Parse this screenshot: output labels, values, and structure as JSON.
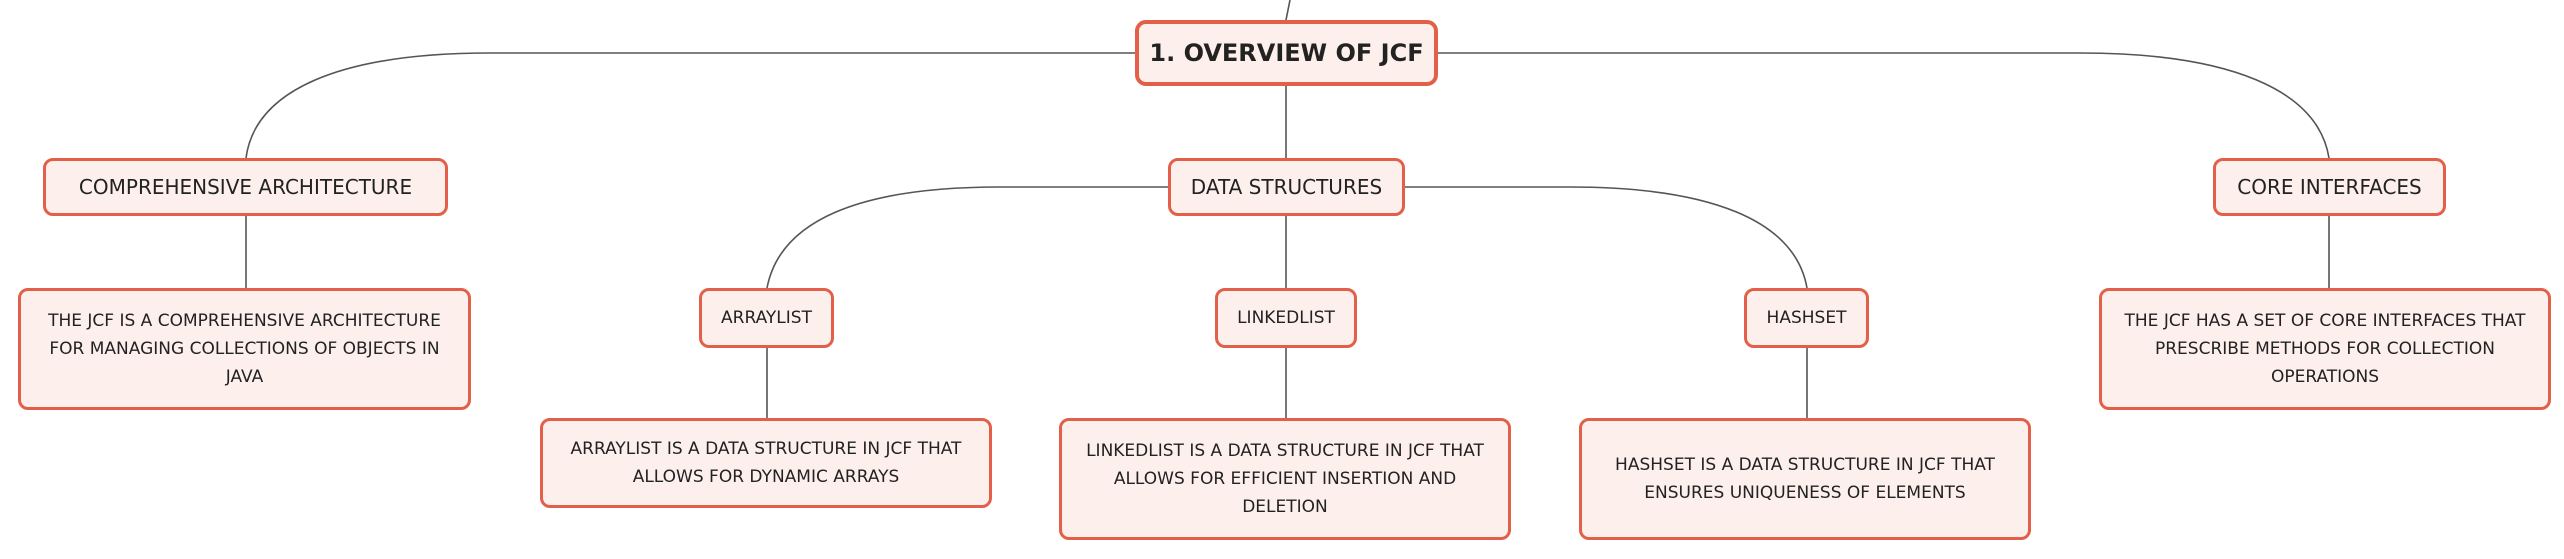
{
  "root": {
    "label": "1. OVERVIEW OF JCF"
  },
  "branches": {
    "comprehensive_architecture": {
      "label": "COMPREHENSIVE ARCHITECTURE",
      "description": "THE JCF IS A COMPREHENSIVE ARCHITECTURE FOR MANAGING COLLECTIONS OF OBJECTS IN JAVA"
    },
    "data_structures": {
      "label": "DATA STRUCTURES",
      "children": {
        "arraylist": {
          "label": "ARRAYLIST",
          "description": "ARRAYLIST IS A DATA STRUCTURE IN JCF THAT ALLOWS FOR DYNAMIC ARRAYS"
        },
        "linkedlist": {
          "label": "LINKEDLIST",
          "description": "LINKEDLIST IS A DATA STRUCTURE IN JCF THAT ALLOWS FOR EFFICIENT INSERTION AND DELETION"
        },
        "hashset": {
          "label": "HASHSET",
          "description": "HASHSET IS A DATA STRUCTURE IN JCF THAT ENSURES UNIQUENESS OF ELEMENTS"
        }
      }
    },
    "core_interfaces": {
      "label": "CORE INTERFACES",
      "description": "THE JCF HAS A SET OF CORE INTERFACES THAT PRESCRIBE METHODS FOR COLLECTION OPERATIONS"
    }
  },
  "colors": {
    "node_border": "#e2604a",
    "node_fill": "#fdf0ec",
    "connector": "#555555"
  }
}
